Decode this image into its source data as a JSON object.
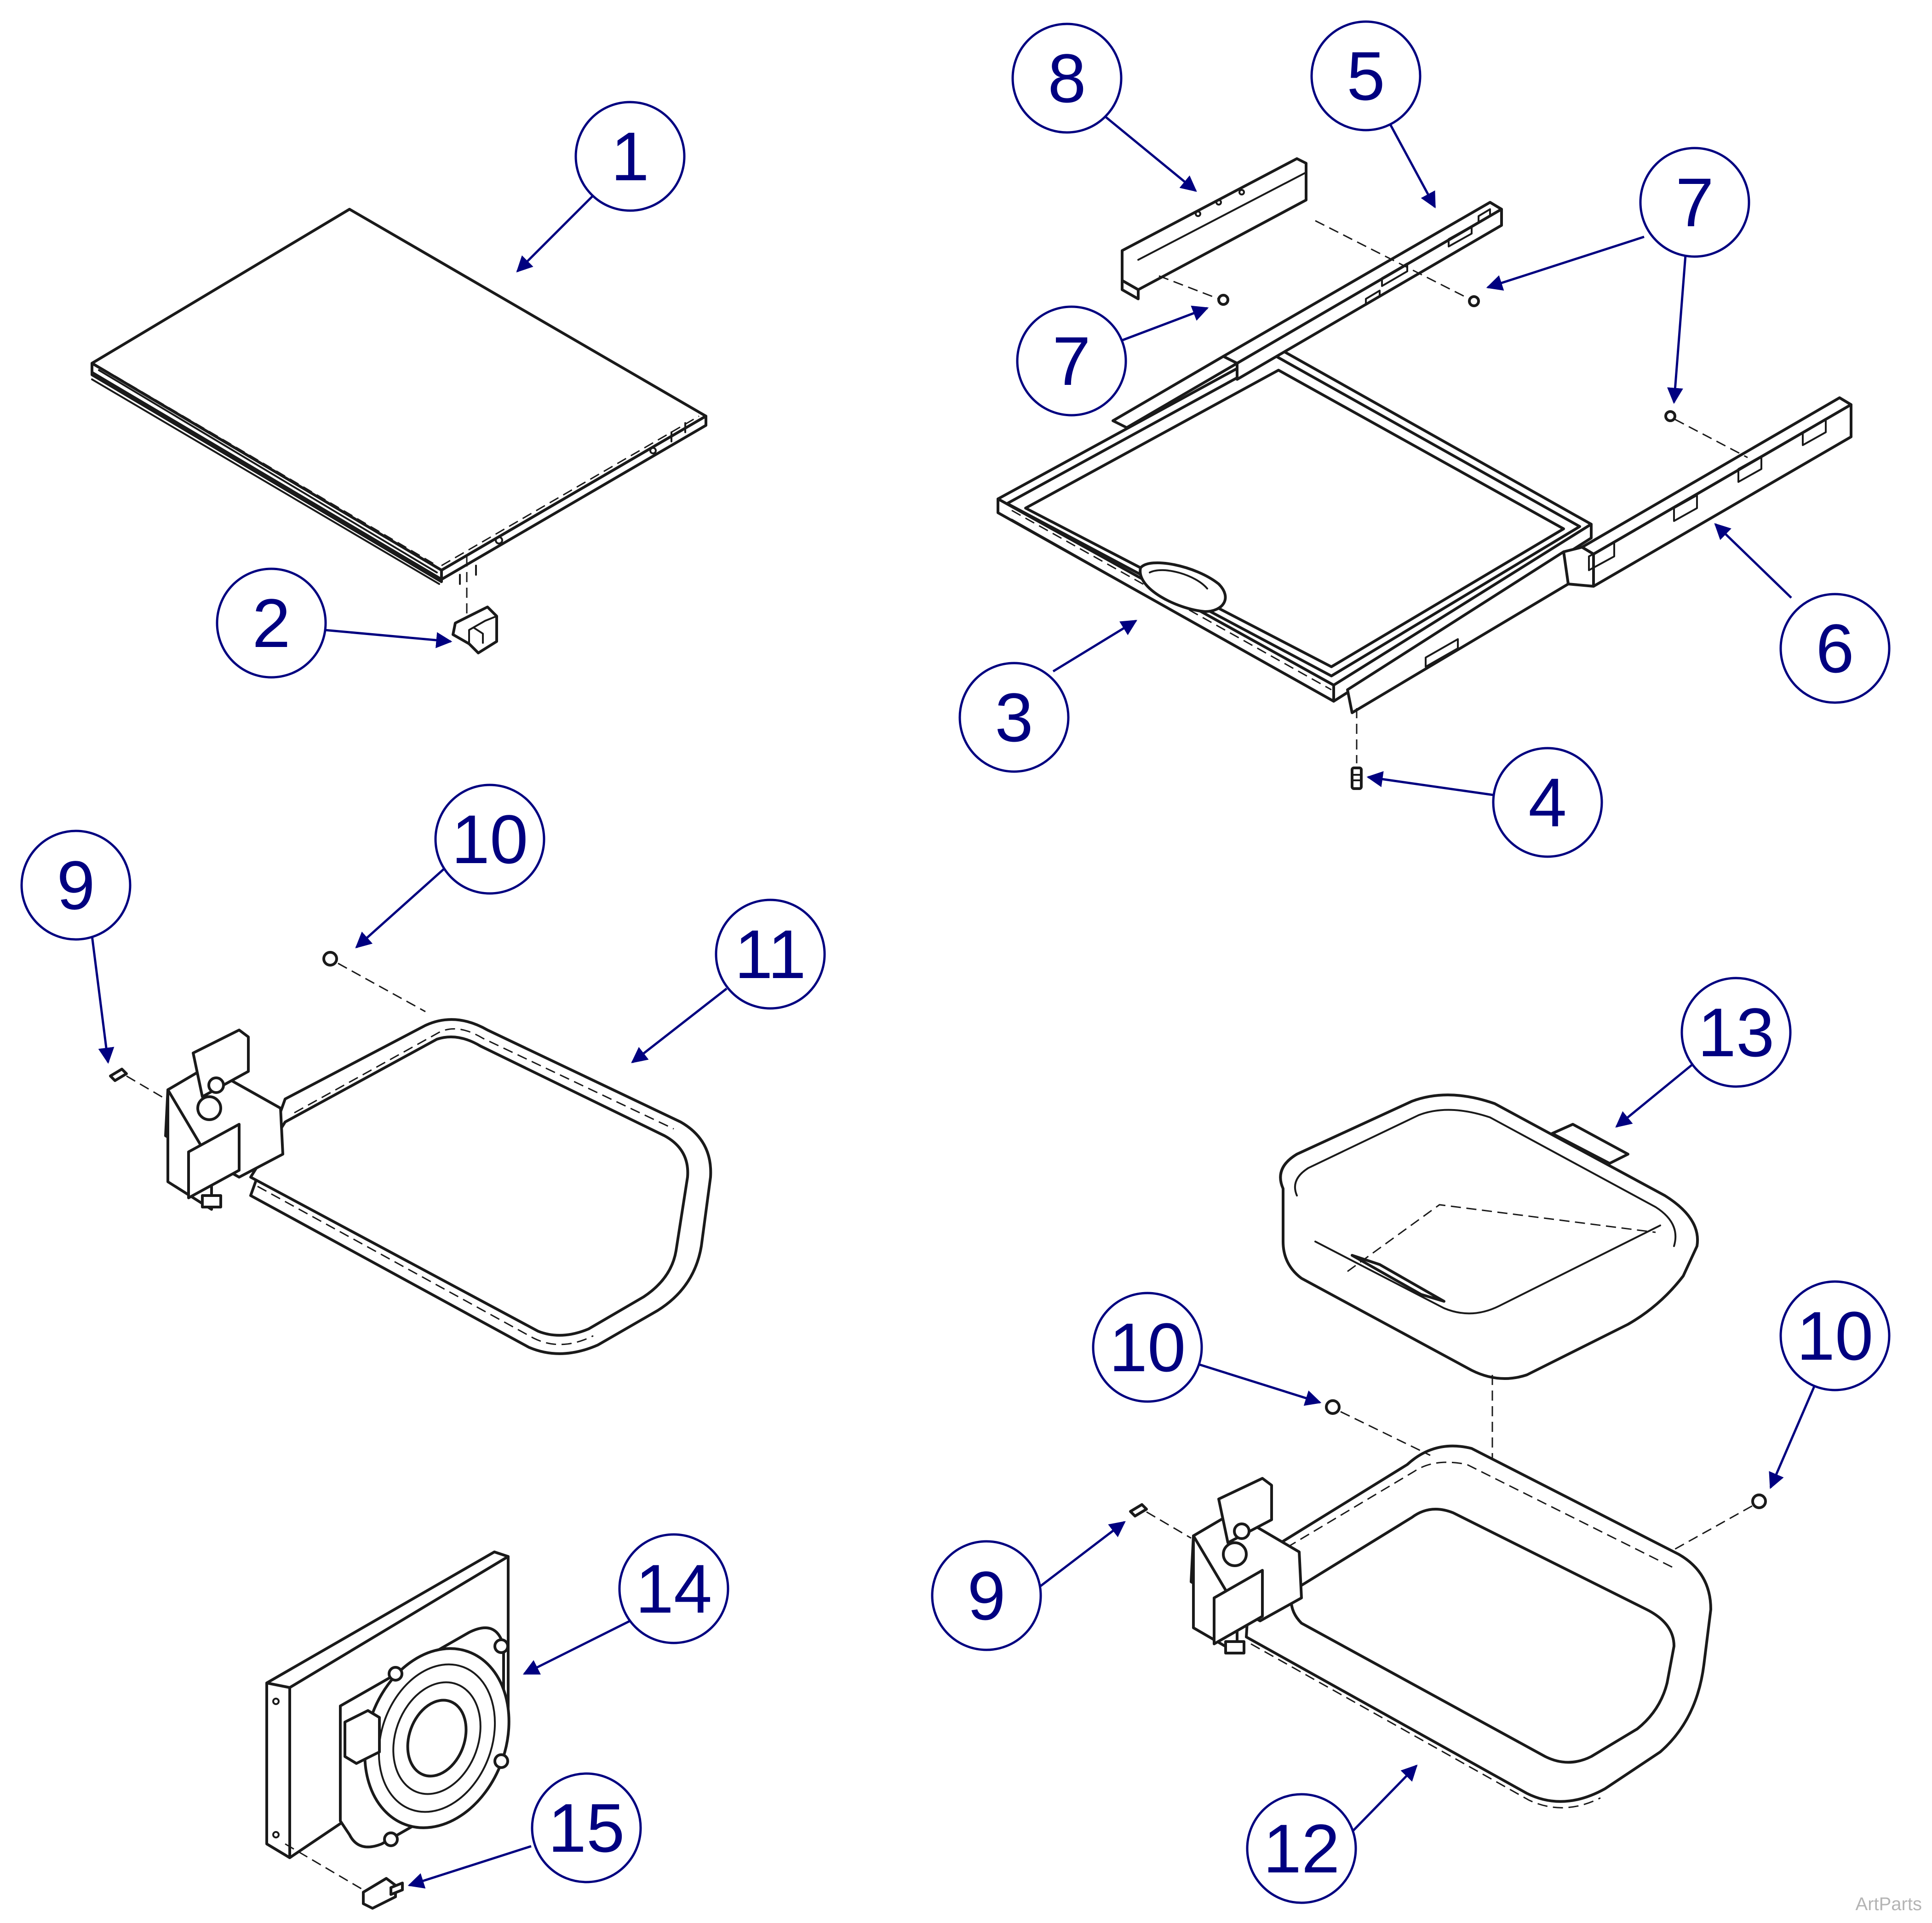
{
  "callouts": [
    {
      "number": "1"
    },
    {
      "number": "2"
    },
    {
      "number": "3"
    },
    {
      "number": "4"
    },
    {
      "number": "5"
    },
    {
      "number": "6"
    },
    {
      "number": "7"
    },
    {
      "number": "7"
    },
    {
      "number": "7"
    },
    {
      "number": "8"
    },
    {
      "number": "9"
    },
    {
      "number": "9"
    },
    {
      "number": "10"
    },
    {
      "number": "10"
    },
    {
      "number": "10"
    },
    {
      "number": "11"
    },
    {
      "number": "12"
    },
    {
      "number": "13"
    },
    {
      "number": "14"
    },
    {
      "number": "15"
    }
  ],
  "watermark": "ArtParts",
  "colors": {
    "callout": "#000080",
    "line": "#1a1a1a",
    "watermark": "#b4b4b4"
  }
}
